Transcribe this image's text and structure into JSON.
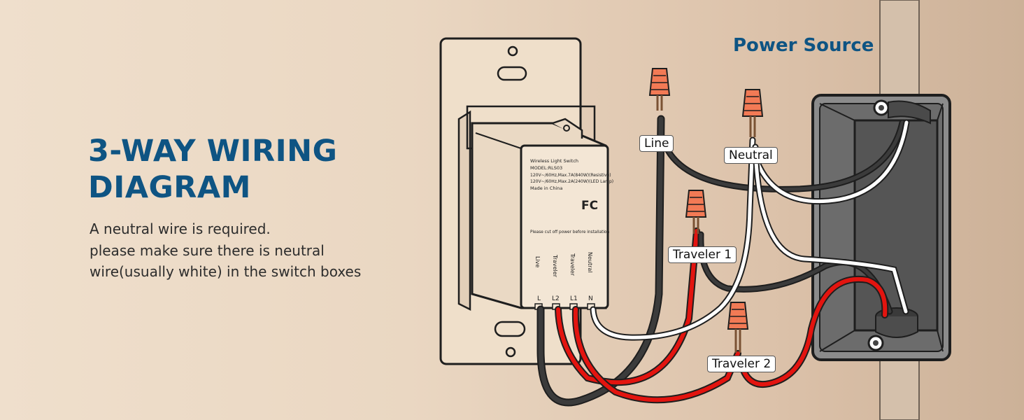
{
  "title": {
    "line1": "3-WAY WIRING",
    "line2": "DIAGRAM"
  },
  "description": [
    "A neutral wire is required.",
    "please make sure there is neutral",
    "wire(usually white) in the switch boxes"
  ],
  "power_source_label": "Power Source",
  "wire_labels": {
    "line": "Line",
    "neutral": "Neutral",
    "traveler1": "Traveler 1",
    "traveler2": "Traveler 2"
  },
  "device": {
    "label_lines": [
      "Wireless Light Switch",
      "MODEL:RLS03",
      "120V~/60Hz,Max.7A(840W)(Resistive)",
      "120V~/60Hz,Max.2A(240W)(LED Lamp)",
      "Made in China"
    ],
    "certification": "FC",
    "warning": "Please cut off power before installation",
    "terminal_names": [
      "Live",
      "Traveler",
      "Traveler",
      "Neutral"
    ],
    "terminal_codes": [
      "L",
      "L2",
      "L1",
      "N"
    ]
  },
  "colors": {
    "title": "#0e5483",
    "live_wire": "#3b3b3b",
    "traveler_wire": "#e3140f",
    "neutral_wire": "#ffffff",
    "wire_nut": "#f27a55"
  }
}
